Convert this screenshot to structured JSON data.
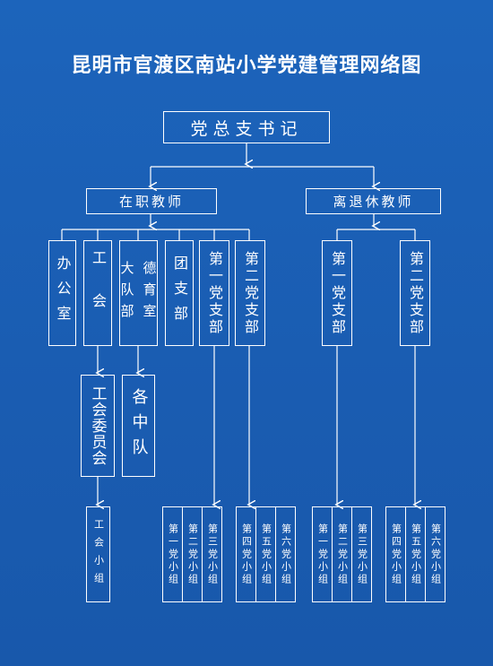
{
  "title": "昆明市官渡区南站小学党建管理网络图",
  "root": "党总支书记",
  "branches": [
    "在职教师",
    "离退休教师"
  ],
  "units": {
    "office": "办公室",
    "union": "工会",
    "moral_ed": [
      "德育室",
      "大队部"
    ],
    "league": "团支部",
    "branch1": "第一党支部",
    "branch2": "第二党支部"
  },
  "union_committee": "工会委员会",
  "squadrons": "各中队",
  "union_group": "工会小组",
  "retired": {
    "branch1": "第一党支部",
    "branch2": "第二党支部"
  },
  "groups": {
    "b1": [
      "第一党小组",
      "第二党小组",
      "第三党小组"
    ],
    "b2": [
      "第四党小组",
      "第五党小组",
      "第六党小组"
    ],
    "r1": [
      "第一党小组",
      "第二党小组",
      "第三党小组"
    ],
    "r2": [
      "第四党小组",
      "第五党小组",
      "第六党小组"
    ]
  }
}
